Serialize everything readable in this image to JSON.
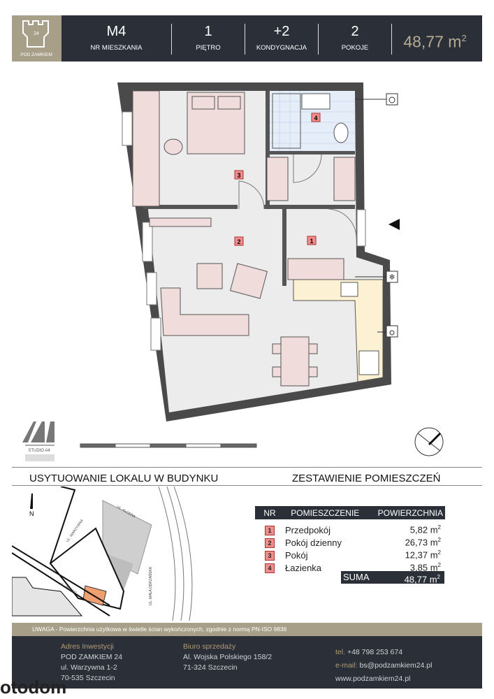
{
  "header": {
    "logo_text": "POD ZAMKIEM",
    "logo_number": "24",
    "apartment": {
      "value": "M4",
      "label": "NR MIESZKANIA"
    },
    "floor": {
      "value": "1",
      "label": "PIĘTRO"
    },
    "storey": {
      "value": "+2",
      "label": "KONDYGNACJA"
    },
    "rooms": {
      "value": "2",
      "label": "POKOJE"
    },
    "area": {
      "value": "48,77 m",
      "sup": "2"
    }
  },
  "plan": {
    "room_labels": [
      "1",
      "2",
      "3",
      "4"
    ],
    "architect_logo": "STUDIO A4",
    "colors": {
      "furniture": "#f1dcdc",
      "floor": "#ececec",
      "wall": "#4a4a4a",
      "kitchen": "#fdf1d4",
      "room_tag": "#f08c8c"
    }
  },
  "location": {
    "title": "USYTUOWANIE LOKALU W BUDYNKU",
    "north": "N",
    "streets": [
      "UL. KŁODNA",
      "UL. WARZYWNA",
      "UL. RYBAKI",
      "UL. MAŁA ODRZAŃSKA"
    ],
    "highlight_color": "#f0a070"
  },
  "rooms_table": {
    "title": "ZESTAWIENIE POMIESZCZEŃ",
    "columns": [
      "NR",
      "POMIESZCZENIE",
      "POWIERZCHNIA"
    ],
    "rows": [
      {
        "nr": "1",
        "name": "Przedpokój",
        "area": "5,82 m",
        "sup": "2"
      },
      {
        "nr": "2",
        "name": "Pokój dzienny",
        "area": "26,73 m",
        "sup": "2"
      },
      {
        "nr": "3",
        "name": "Pokój",
        "area": "12,37 m",
        "sup": "2"
      },
      {
        "nr": "4",
        "name": "Łazienka",
        "area": "3,85 m",
        "sup": "2"
      }
    ],
    "sum_label": "SUMA",
    "sum_value": "48,77 m",
    "sum_sup": "2"
  },
  "footer": {
    "note": "UWAGA - Powierzchnia użytkowa w świetle ścian wykończonych, zgodnie z normą PN-ISO 9836",
    "investment": {
      "title": "Adres Inwestycji",
      "lines": [
        "POD ZAMKIEM 24",
        "ul. Warzywna 1-2",
        "70-535 Szczecin"
      ]
    },
    "sales": {
      "title": "Biuro sprzedaży",
      "lines": [
        "Al. Wojska Polskiego 158/2",
        "71-324 Szczecin"
      ]
    },
    "contact": {
      "tel_label": "tel.",
      "tel": "+48 798 253 674",
      "email_label": "e-mail:",
      "email": "bs@podzamkiem24.pl",
      "www": "www.podzamkiem24.pl"
    },
    "watermark": "otodom"
  }
}
